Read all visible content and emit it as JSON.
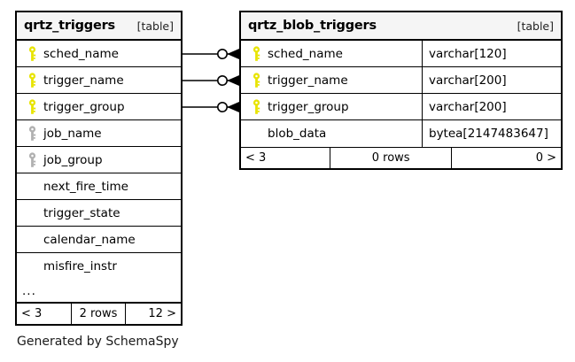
{
  "diagram": {
    "caption": "Generated by SchemaSpy",
    "kind_label": "[table]",
    "ellipsis": "...",
    "key_icon_primary": "key-icon",
    "key_icon_indexed": "key-icon-gray",
    "colors": {
      "primary_key": "#e8e400",
      "indexed_key": "#b0b0b0",
      "border": "#000000",
      "header_bg": "#f5f5f5",
      "background": "#ffffff"
    }
  },
  "tables": [
    {
      "id": "qrtz_triggers",
      "name": "qrtz_triggers",
      "kind": "[table]",
      "columns": [
        {
          "name": "sched_name",
          "key": "primary",
          "type": ""
        },
        {
          "name": "trigger_name",
          "key": "primary",
          "type": ""
        },
        {
          "name": "trigger_group",
          "key": "primary",
          "type": ""
        },
        {
          "name": "job_name",
          "key": "indexed",
          "type": ""
        },
        {
          "name": "job_group",
          "key": "indexed",
          "type": ""
        },
        {
          "name": "next_fire_time",
          "key": "none",
          "type": ""
        },
        {
          "name": "trigger_state",
          "key": "none",
          "type": ""
        },
        {
          "name": "calendar_name",
          "key": "none",
          "type": ""
        },
        {
          "name": "misfire_instr",
          "key": "none",
          "type": ""
        }
      ],
      "has_ellipsis": true,
      "footer": {
        "prev": "< 3",
        "rows": "2 rows",
        "next": "12 >"
      }
    },
    {
      "id": "qrtz_blob_triggers",
      "name": "qrtz_blob_triggers",
      "kind": "[table]",
      "columns": [
        {
          "name": "sched_name",
          "key": "primary",
          "type": "varchar[120]"
        },
        {
          "name": "trigger_name",
          "key": "primary",
          "type": "varchar[200]"
        },
        {
          "name": "trigger_group",
          "key": "primary",
          "type": "varchar[200]"
        },
        {
          "name": "blob_data",
          "key": "none",
          "type": "bytea[2147483647]"
        }
      ],
      "has_ellipsis": false,
      "footer": {
        "prev": "< 3",
        "rows": "0 rows",
        "next": "0 >"
      }
    }
  ],
  "relationships": [
    {
      "from": "qrtz_triggers.sched_name",
      "to": "qrtz_blob_triggers.sched_name",
      "from_cardinality": "zero-one",
      "to_cardinality": "many"
    },
    {
      "from": "qrtz_triggers.trigger_name",
      "to": "qrtz_blob_triggers.trigger_name",
      "from_cardinality": "zero-one",
      "to_cardinality": "many"
    },
    {
      "from": "qrtz_triggers.trigger_group",
      "to": "qrtz_blob_triggers.trigger_group",
      "from_cardinality": "zero-one",
      "to_cardinality": "many"
    }
  ]
}
